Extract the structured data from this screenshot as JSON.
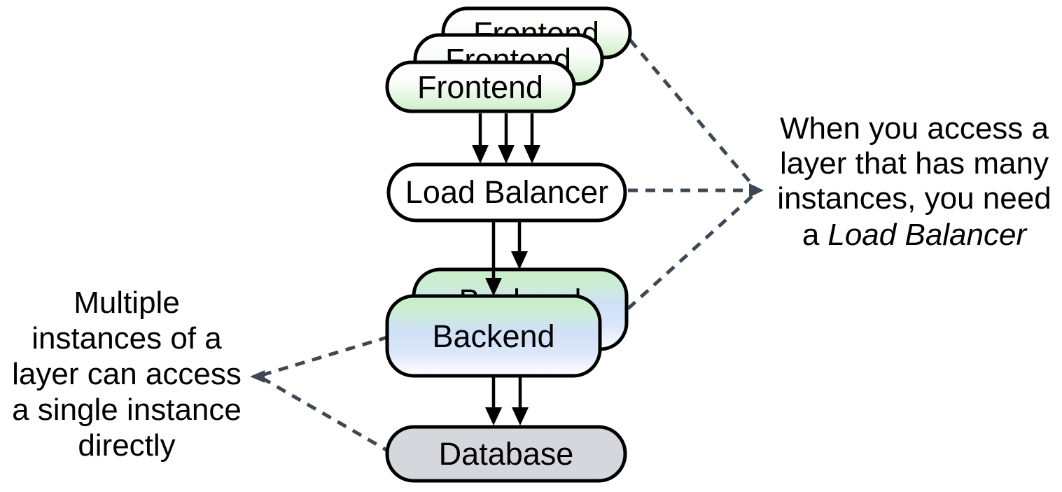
{
  "diagram": {
    "nodes": {
      "frontend": {
        "label": "Frontend",
        "instance_count": 3
      },
      "load_balancer": {
        "label": "Load Balancer",
        "instance_count": 1
      },
      "backend": {
        "label": "Backend",
        "instance_count": 2
      },
      "database": {
        "label": "Database",
        "instance_count": 1
      }
    },
    "annotations": {
      "right": {
        "line1": "When you access a",
        "line2": "layer that has many",
        "line3": "instances, you need",
        "line4_prefix": "a",
        "line4_italic": "Load Balancer"
      },
      "left": {
        "line1": "Multiple",
        "line2": "instances of a",
        "line3": "layer can access",
        "line4": "a single instance",
        "line5": "directly"
      }
    },
    "colors": {
      "frontend_gradient_top": "#ffffff",
      "frontend_gradient_bottom": "#cdeec7",
      "backend_gradient_top": "#c8efc6",
      "backend_gradient_mid": "#cfe0f7",
      "backend_gradient_bottom": "#ffffff",
      "load_balancer_fill": "#ffffff",
      "database_fill": "#d4d8dd",
      "node_border": "#000000",
      "dashed_line": "#3d4854"
    }
  }
}
